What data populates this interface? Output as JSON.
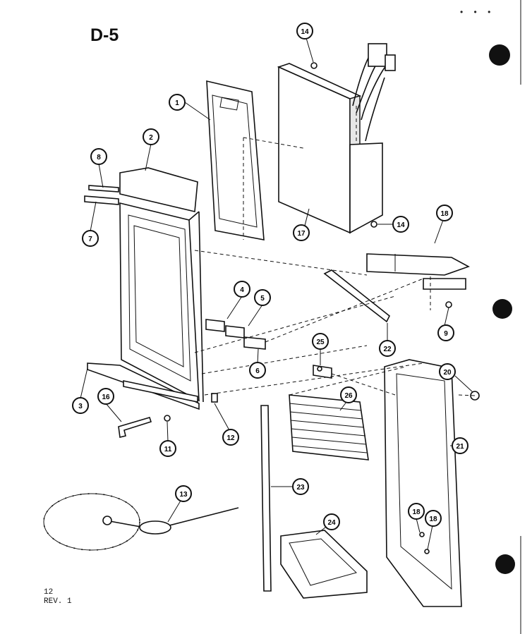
{
  "diagram": {
    "title": "D-5",
    "page_number": "12",
    "revision": "REV. 1",
    "colors": {
      "ink": "#111111",
      "paper": "#ffffff"
    },
    "callouts": [
      "1",
      "2",
      "3",
      "4",
      "5",
      "6",
      "7",
      "8",
      "9",
      "11",
      "12",
      "13",
      "14",
      "14",
      "16",
      "17",
      "18",
      "18",
      "18",
      "20",
      "21",
      "22",
      "23",
      "24",
      "25",
      "26"
    ]
  }
}
